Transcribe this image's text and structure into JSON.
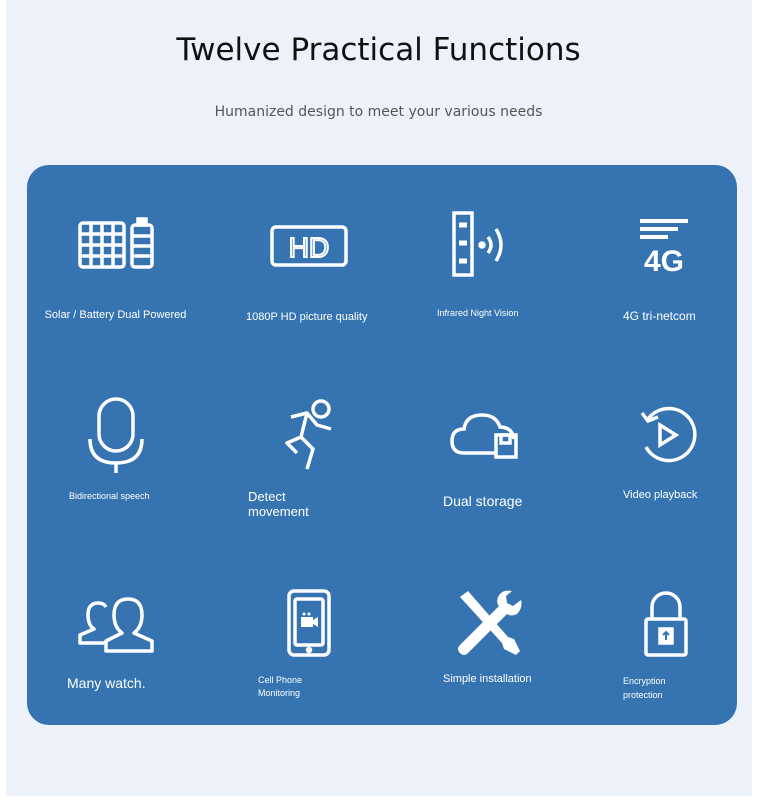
{
  "header": {
    "title": "Twelve Practical Functions",
    "subtitle": "Humanized design to meet your various needs"
  },
  "features": [
    {
      "label": "Solar / Battery Dual Powered",
      "icon": "solar-battery-icon"
    },
    {
      "label": "1080P HD picture quality",
      "icon": "hd-icon"
    },
    {
      "label": "Infrared Night Vision",
      "icon": "infrared-icon"
    },
    {
      "label": "4G tri-netcom",
      "icon": "4g-icon"
    },
    {
      "label": "Bidirectional speech",
      "icon": "microphone-icon"
    },
    {
      "label_line1": "Detect",
      "label_line2": "movement",
      "icon": "running-person-icon"
    },
    {
      "label": "Dual storage",
      "icon": "cloud-storage-icon"
    },
    {
      "label": "Video playback",
      "icon": "playback-icon"
    },
    {
      "label": "Many watch.",
      "icon": "users-icon"
    },
    {
      "label_line1": "Cell Phone",
      "label_line2": "Monitoring",
      "icon": "phone-camera-icon"
    },
    {
      "label": "Simple installation",
      "icon": "tools-icon"
    },
    {
      "label_line1": "Encryption",
      "label_line2": "protection",
      "icon": "lock-icon"
    }
  ]
}
